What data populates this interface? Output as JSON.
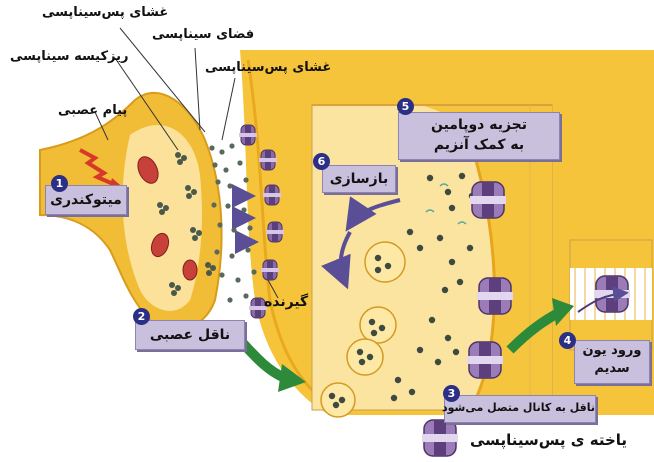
{
  "labels": {
    "postsynaptic_membrane_top": "غشای پس‌سیناپسی",
    "synaptic_cleft": "فضای سیناپسی",
    "synaptic_vesicle": "ریزکیسه سیناپسی",
    "postsynaptic_membrane": "غشای پس‌سیناپسی",
    "nerve_impulse": "پیام عصبی",
    "receptor": "گیرنده"
  },
  "steps": [
    {
      "number": "1",
      "text": "میتوکندری"
    },
    {
      "number": "2",
      "text": "ناقل عصبی"
    },
    {
      "number": "3",
      "text": "ناقل به کانال متصل می‌شود"
    },
    {
      "number": "4",
      "line1": "ورود یون",
      "line2": "سدیم"
    },
    {
      "number": "5",
      "line1": "تجزیه دوپامین",
      "line2": "به کمک آنزیم"
    },
    {
      "number": "6",
      "text": "بازسازی"
    }
  ],
  "postsynaptic_cell": "یاخته ی پس‌سیناپسی",
  "colors": {
    "cell_yellow": "#f6c43a",
    "cell_light": "#fbe08c",
    "label_box": "#c9c0dd",
    "badge": "#2b2f86",
    "arrow_green": "#2c8a3a",
    "receptor_purple": "#8b6aa8"
  }
}
